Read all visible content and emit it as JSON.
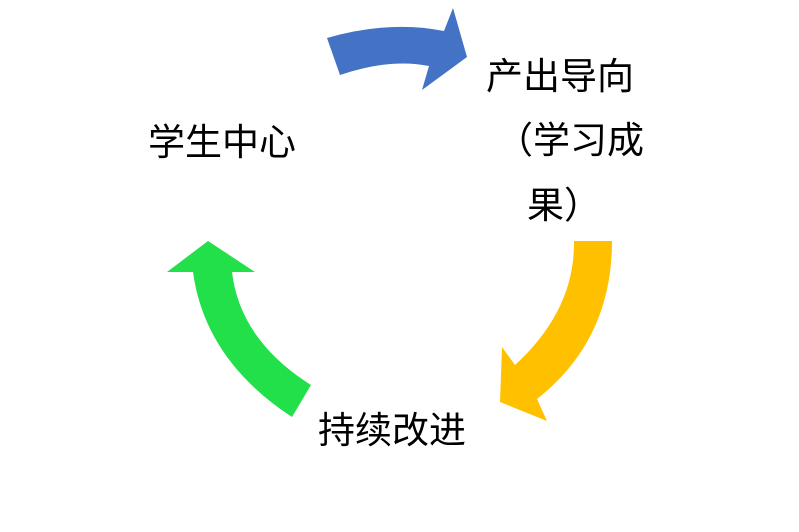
{
  "nodes": {
    "student_center": "学生中心",
    "outcome_line1": "产出导向",
    "outcome_line2": "（学习成",
    "outcome_line3": "果）",
    "improvement": "持续改进"
  },
  "colors": {
    "arrow_blue": "#4472C4",
    "arrow_yellow": "#FFC000",
    "arrow_green": "#22E04A"
  }
}
